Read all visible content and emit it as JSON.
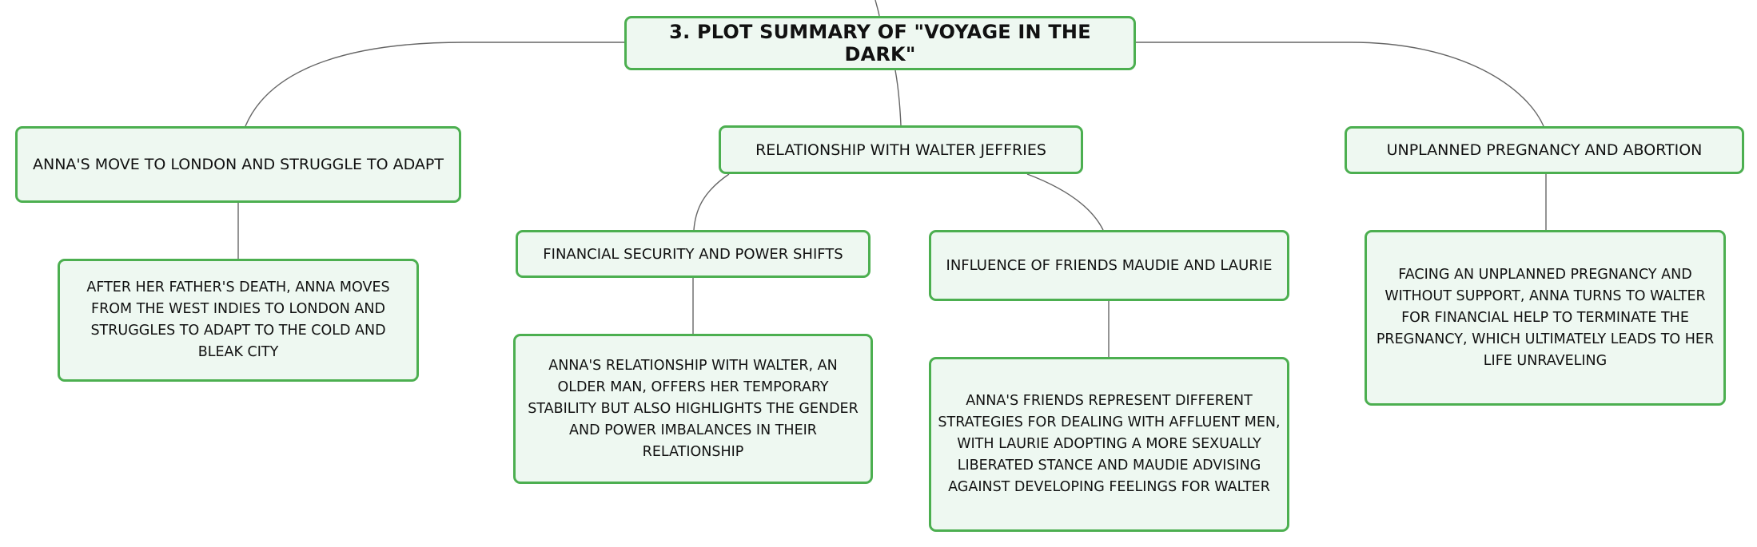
{
  "mindmap": {
    "root": {
      "title": "3. PLOT SUMMARY OF \"VOYAGE IN THE DARK\""
    },
    "branches": [
      {
        "title": "ANNA'S MOVE TO LONDON AND STRUGGLE TO ADAPT",
        "detail": "AFTER HER FATHER'S DEATH, ANNA MOVES FROM THE WEST INDIES TO LONDON AND STRUGGLES TO ADAPT TO THE COLD AND BLEAK CITY"
      },
      {
        "title": "RELATIONSHIP WITH WALTER JEFFRIES",
        "children": [
          {
            "title": "FINANCIAL SECURITY AND POWER SHIFTS",
            "detail": "ANNA'S RELATIONSHIP WITH WALTER, AN OLDER MAN, OFFERS HER TEMPORARY STABILITY BUT ALSO HIGHLIGHTS THE GENDER AND POWER IMBALANCES IN THEIR RELATIONSHIP"
          },
          {
            "title": "INFLUENCE OF FRIENDS MAUDIE AND LAURIE",
            "detail": "ANNA'S FRIENDS REPRESENT DIFFERENT STRATEGIES FOR DEALING WITH AFFLUENT MEN, WITH LAURIE ADOPTING A MORE SEXUALLY LIBERATED STANCE AND MAUDIE ADVISING AGAINST DEVELOPING FEELINGS FOR WALTER"
          }
        ]
      },
      {
        "title": "UNPLANNED PREGNANCY AND ABORTION",
        "detail": "FACING AN UNPLANNED PREGNANCY AND WITHOUT SUPPORT, ANNA TURNS TO WALTER FOR FINANCIAL HELP TO TERMINATE THE PREGNANCY, WHICH ULTIMATELY LEADS TO HER LIFE UNRAVELING"
      }
    ]
  }
}
